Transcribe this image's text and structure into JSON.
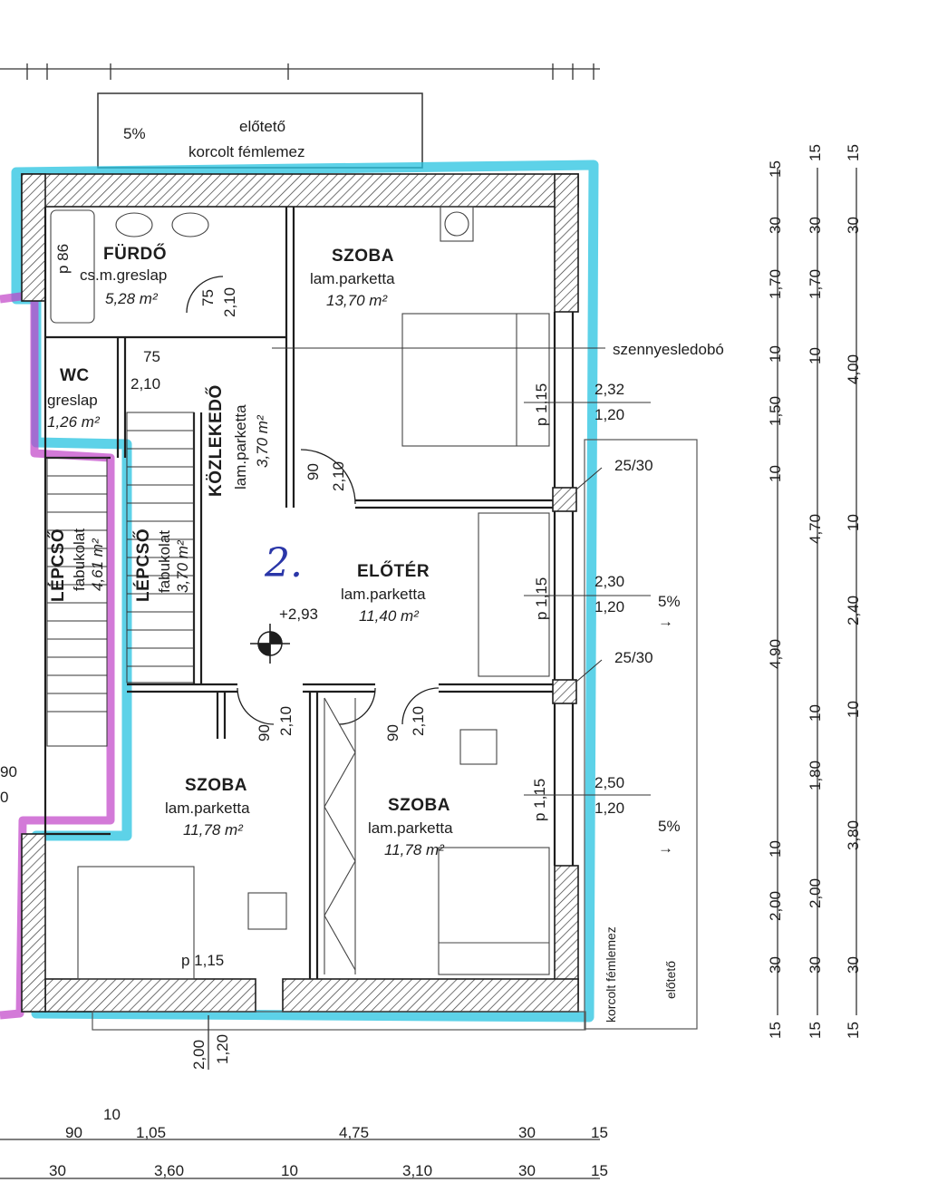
{
  "canopy_top": {
    "slope": "5%",
    "label": "előtető",
    "material": "korcolt fémlemez"
  },
  "rooms": {
    "bath": {
      "name": "FÜRDŐ",
      "floor": "cs.m.greslap",
      "area": "5,28 m²",
      "parapet": "p 86"
    },
    "wc": {
      "name": "WC",
      "floor": "greslap",
      "area": "1,26 m²"
    },
    "bed_ne": {
      "name": "SZOBA",
      "floor": "lam.parketta",
      "area": "13,70 m²"
    },
    "corridor": {
      "name": "KÖZLEKEDŐ",
      "floor": "lam.parketta",
      "area": "3,70 m²"
    },
    "stair_left": {
      "name": "LÉPCSŐ",
      "floor": "fabukolat",
      "area": "4,61 m²"
    },
    "stair_right": {
      "name": "LÉPCSŐ",
      "floor": "fabukolat",
      "area": "3,70 m²"
    },
    "hall": {
      "name": "ELŐTÉR",
      "floor": "lam.parketta",
      "area": "11,40 m²",
      "level": "+2,93"
    },
    "bed_sw": {
      "name": "SZOBA",
      "floor": "lam.parketta",
      "area": "11,78 m²"
    },
    "bed_se": {
      "name": "SZOBA",
      "floor": "lam.parketta",
      "area": "11,78 m²"
    }
  },
  "annotations": {
    "handwritten": "2.",
    "laundry_chute": "szennyesledobó",
    "column_1": "25/30",
    "column_2": "25/30",
    "slope_1": "5%",
    "slope_2": "5%",
    "side_canopy_label": "előtető",
    "side_canopy_material": "korcolt fémlemez"
  },
  "openings": {
    "bath_door_w": "75",
    "bath_door_h": "2,10",
    "wc_door_w": "75",
    "wc_door_h": "2,10",
    "bed_ne_door_w": "90",
    "bed_ne_door_h": "2,10",
    "bed_sw_door_w": "90",
    "bed_sw_door_h": "2,10",
    "bed_se_door_w": "90",
    "bed_se_door_h": "2,10"
  },
  "windows": {
    "w1_parapet": "p 1,15",
    "w1_w": "2,32",
    "w1_h": "1,20",
    "w2_parapet": "p 1,15",
    "w2_w": "2,30",
    "w2_h": "1,20",
    "w3_parapet": "p 1,15",
    "w3_w": "2,50",
    "w3_h": "1,20",
    "w4_parapet": "p 1,15",
    "w4_w": "2,00",
    "w4_h": "1,20"
  },
  "dims_right_col1": [
    "15",
    "30",
    "1,70",
    "10",
    "1,50",
    "10",
    "4,90",
    "10",
    "2,00",
    "30",
    "15"
  ],
  "dims_right_col2": [
    "15",
    "30",
    "1,70",
    "10",
    "4,70",
    "10",
    "1,80",
    "2,00",
    "30",
    "15"
  ],
  "dims_right_col3": [
    "15",
    "30",
    "4,00",
    "10",
    "2,40",
    "10",
    "3,80",
    "30",
    "15"
  ],
  "dims_bottom_row1": [
    "90",
    "10",
    "1,05",
    "4,75",
    "30",
    "15"
  ],
  "dims_bottom_row2": [
    "30",
    "3,60",
    "10",
    "3,10",
    "30",
    "15"
  ],
  "left_cut_labels": [
    "90",
    "0"
  ],
  "colors": {
    "wall_outline": "#1e1e1e",
    "hatch": "#3a3a3a",
    "cyan_marker": "#27c3e0",
    "magenta_marker": "#c042c8",
    "handwriting": "#2a36a8"
  }
}
